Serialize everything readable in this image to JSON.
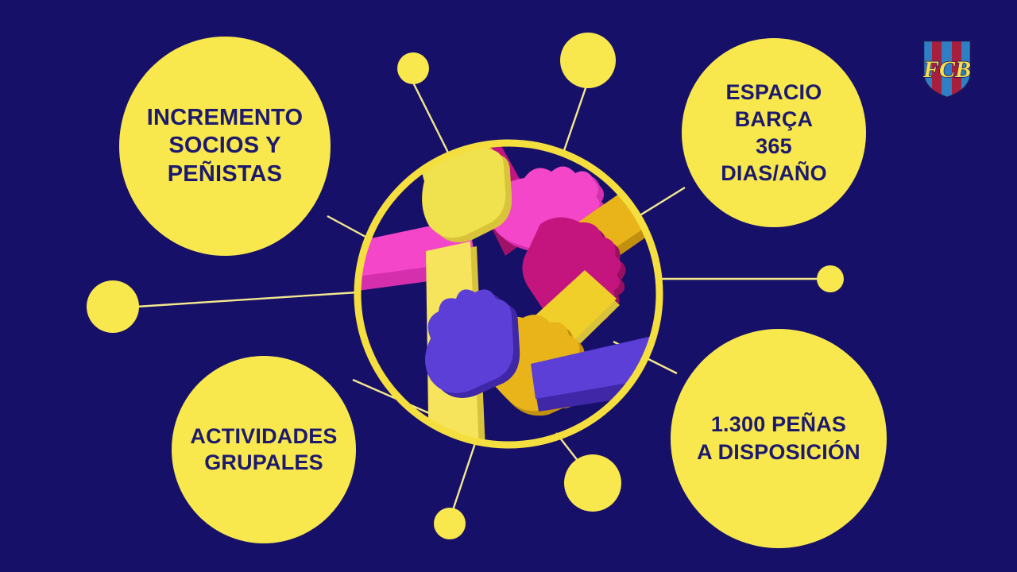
{
  "page": {
    "title": "Espacio Barça - Beneficios",
    "background_color": "#171068",
    "accent_yellow": "#f8e84d",
    "text_navy": "#1d1a6e"
  },
  "brand": {
    "logo_name": "fcb-shield-logo",
    "logo_text": "FCB",
    "stripe_red": "#a81f3e",
    "stripe_blue": "#2f7fc4",
    "logo_text_color": "#f5e04a"
  },
  "bubbles": [
    {
      "id": "incremento",
      "label": "INCREMENTO\nSOCIOS Y\nPEÑISTAS"
    },
    {
      "id": "espacio",
      "label": "ESPACIO\nBARÇA\n365\nDIAS/AÑO"
    },
    {
      "id": "actividades",
      "label": "ACTIVIDADES\nGRUPALES"
    },
    {
      "id": "penas",
      "label": "1.300 PEÑAS\nA DISPOSICIÓN"
    }
  ],
  "center": {
    "name": "unity-hands-emblem",
    "ring_color": "#f5df3f",
    "hand_colors": {
      "pink_fist": "#f446c8",
      "magenta_arm": "#c3157f",
      "crimson_fist": "#c4157f",
      "gold_arm": "#e8b41a",
      "gold_fist": "#e8b41a",
      "light_yellow_arm": "#f6e45c",
      "purple_fist": "#5b3fd6",
      "purple_arm": "#5b3fd6"
    }
  },
  "satellites": [
    {
      "id": "sat-top-left",
      "r": 20
    },
    {
      "id": "sat-top-right",
      "r": 35
    },
    {
      "id": "sat-left",
      "r": 33
    },
    {
      "id": "sat-right",
      "r": 17
    },
    {
      "id": "sat-bottom-left",
      "r": 20
    },
    {
      "id": "sat-bottom-right",
      "r": 35
    }
  ]
}
